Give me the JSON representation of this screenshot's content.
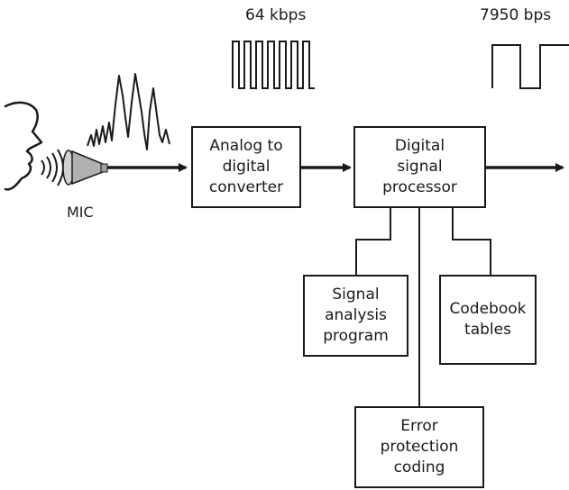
{
  "diagram": {
    "mic_label": "MIC",
    "rate_in": "64 kbps",
    "rate_out": "7950 bps",
    "boxes": {
      "adc": "Analog to\ndigital\nconverter",
      "dsp": "Digital\nsignal\nprocessor",
      "analysis": "Signal\nanalysis\nprogram",
      "codebook": "Codebook\ntables",
      "error": "Error\nprotection\ncoding"
    }
  }
}
